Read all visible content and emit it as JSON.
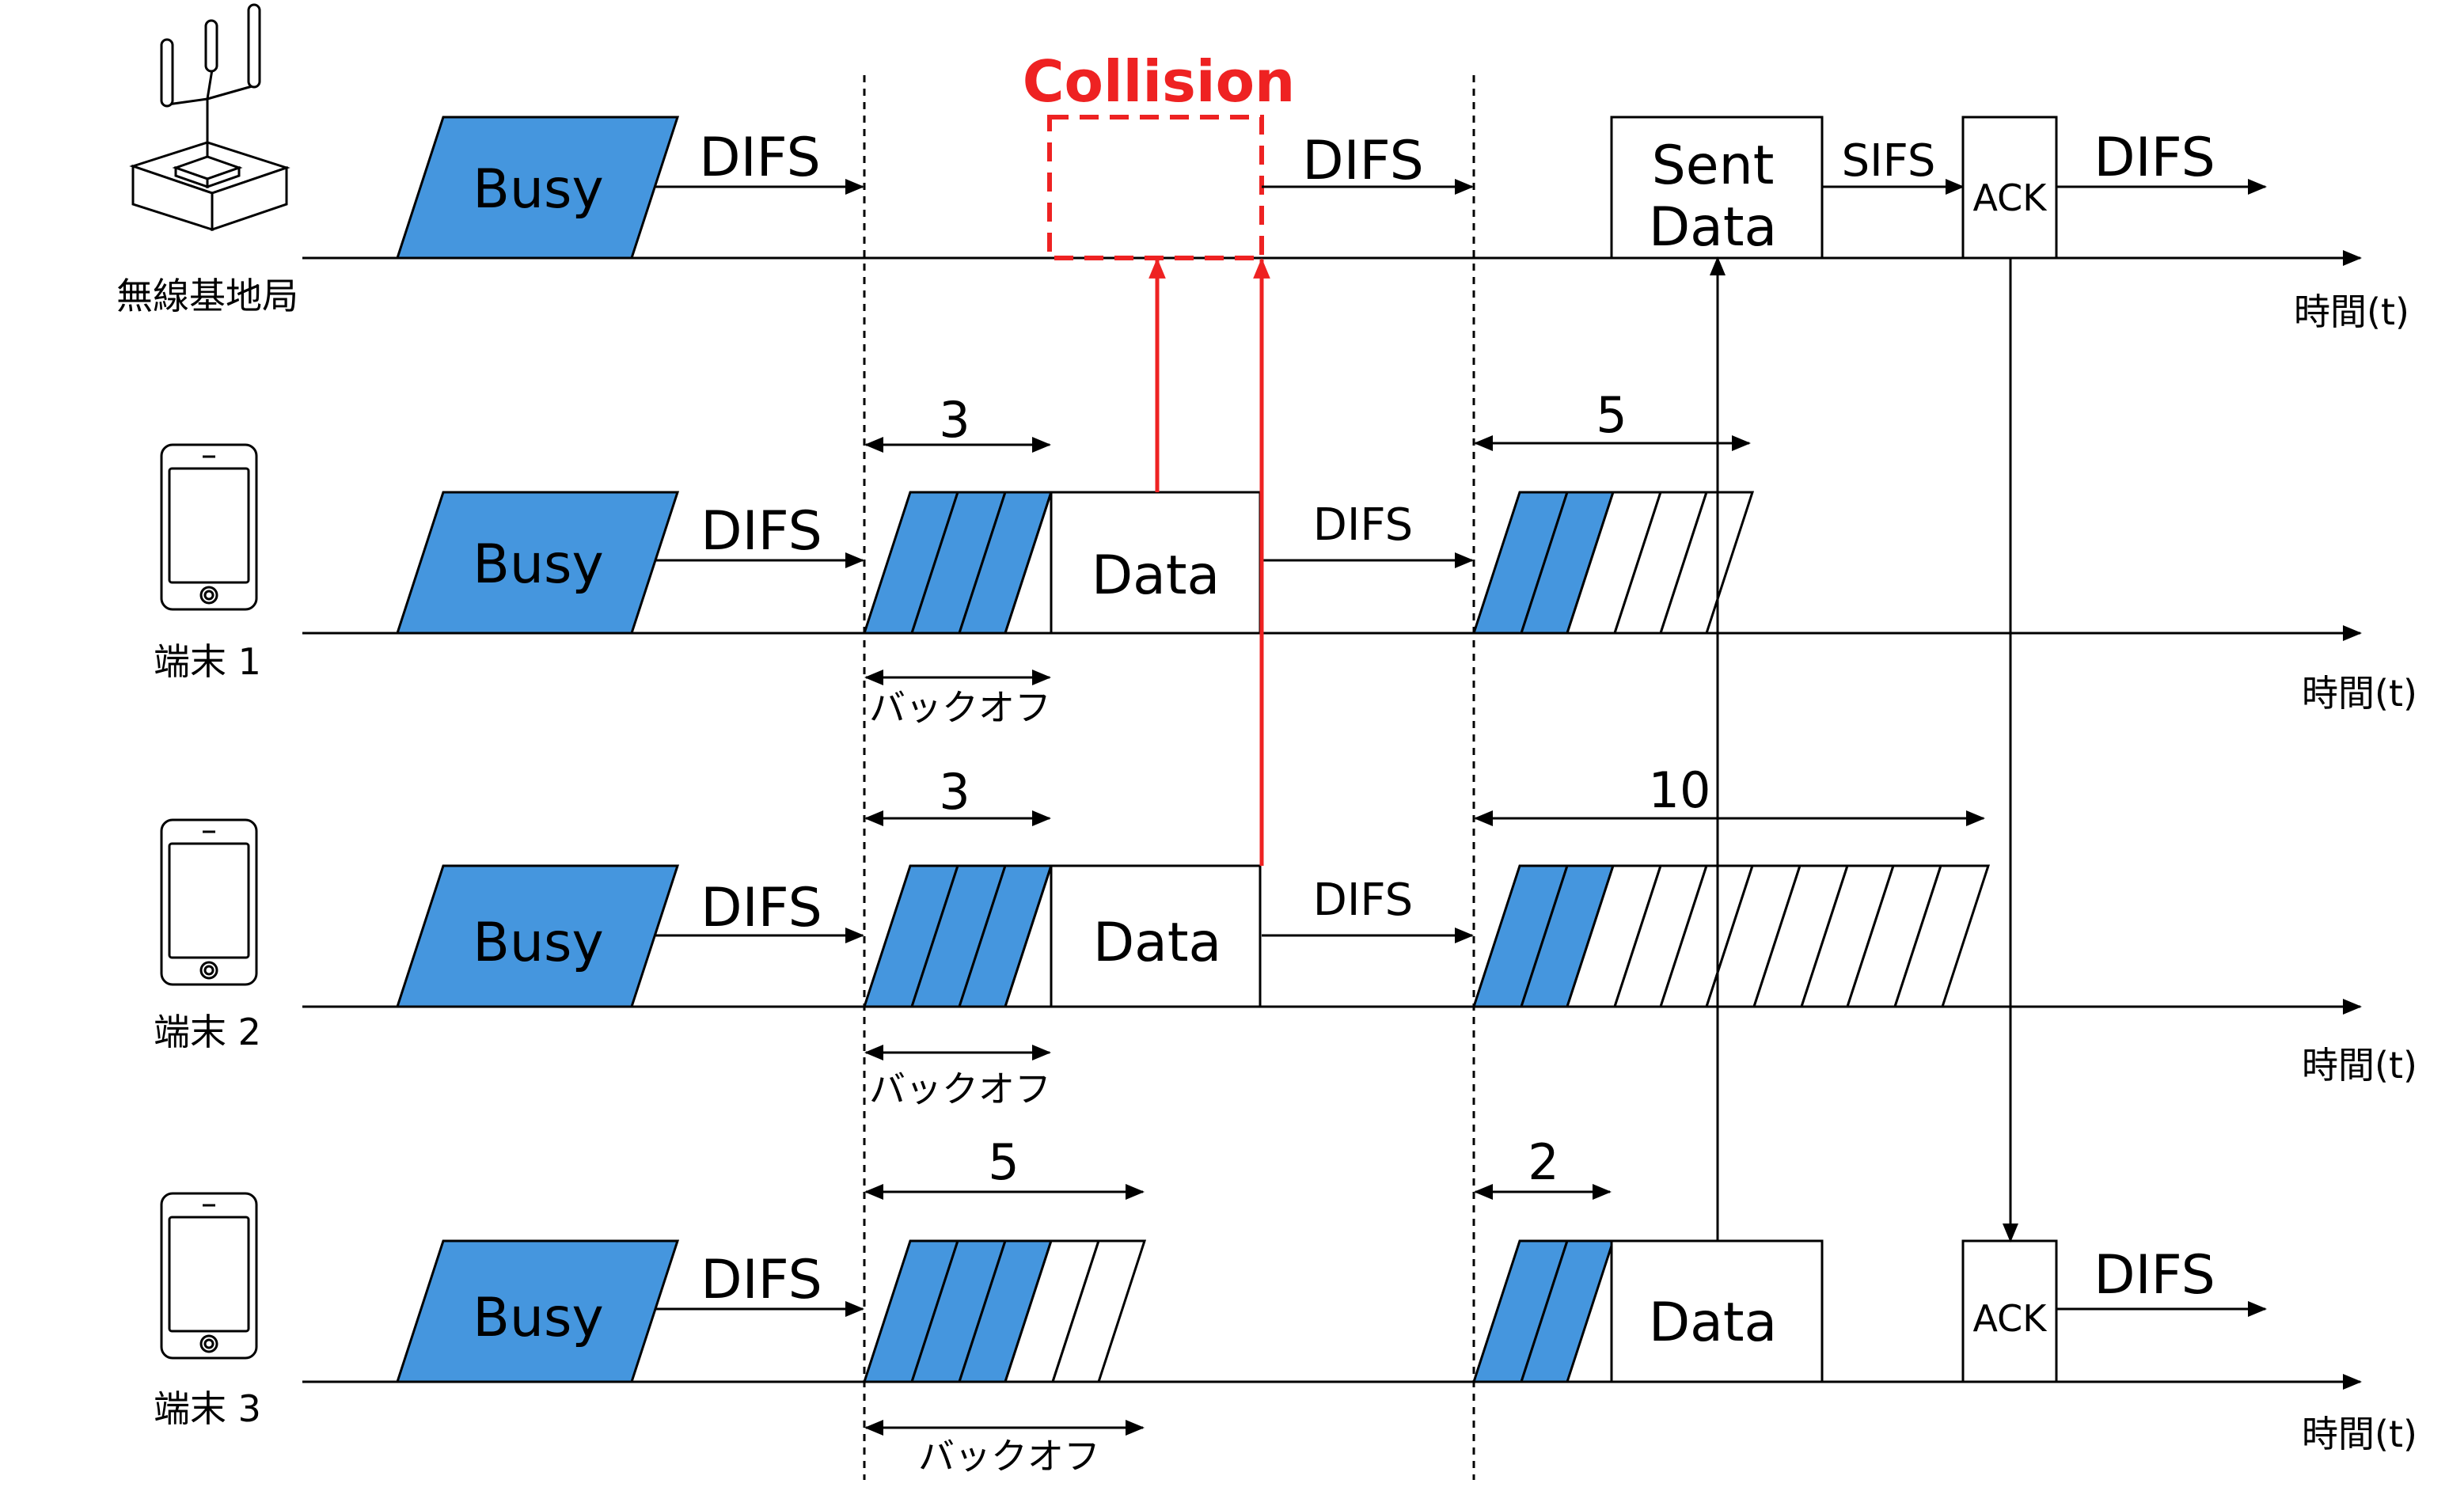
{
  "colors": {
    "busy": "#4596DE",
    "collision": "#EE2222",
    "line": "#000000"
  },
  "icons": {
    "base_station": "antenna-base-station-icon",
    "terminal": "smartphone-icon"
  },
  "rows": [
    {
      "device": "無線基地局",
      "time_label": "時間(t)"
    },
    {
      "device": "端末 1",
      "time_label": "時間(t)"
    },
    {
      "device": "端末 2",
      "time_label": "時間(t)"
    },
    {
      "device": "端末 3",
      "time_label": "時間(t)"
    }
  ],
  "labels": {
    "busy": "Busy",
    "difs": "DIFS",
    "sifs": "SIFS",
    "ack": "ACK",
    "data": "Data",
    "sent_data_line1": "Sent",
    "sent_data_line2": "Data",
    "collision": "Collision",
    "backoff": "バックオフ"
  },
  "backoff_counts": {
    "t1_first": "3",
    "t1_second": "5",
    "t2_first": "3",
    "t2_second": "10",
    "t3_first": "5",
    "t3_second": "2"
  }
}
